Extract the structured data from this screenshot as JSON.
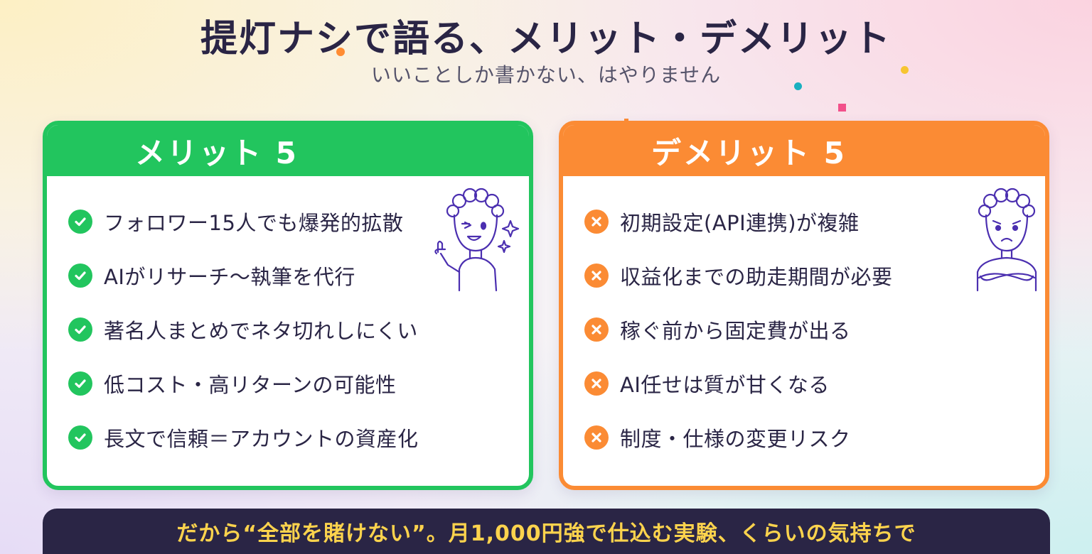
{
  "header": {
    "title": "提灯ナシで語る、メリット・デメリット",
    "subtitle": "いいことしか書かない、はやりません"
  },
  "merit": {
    "heading": "メリット 5",
    "items": [
      "フォロワー15人でも爆発的拡散",
      "AIがリサーチ～執筆を代行",
      "著名人まとめでネタ切れしにくい",
      "低コスト・高リターンの可能性",
      "長文で信頼＝アカウントの資産化"
    ]
  },
  "demerit": {
    "heading": "デメリット 5",
    "items": [
      "初期設定(API連携)が複雑",
      "収益化までの助走期間が必要",
      "稼ぐ前から固定費が出る",
      "AI任せは質が甘くなる",
      "制度・仕様の変更リスク"
    ]
  },
  "footer": {
    "message": "だから“全部を賭けない”。月1,000円強で仕込む実験、くらいの気持ちで"
  },
  "colors": {
    "merit_accent": "#22c55e",
    "demerit_accent": "#fb8b34",
    "banner_bg": "#2a2545",
    "banner_text": "#fcd34d",
    "title_text": "#2a2545"
  },
  "icons": {
    "merit_item": "check-circle-icon",
    "demerit_item": "x-circle-icon",
    "merit_character": "winking-character-icon",
    "demerit_character": "worried-character-icon"
  }
}
